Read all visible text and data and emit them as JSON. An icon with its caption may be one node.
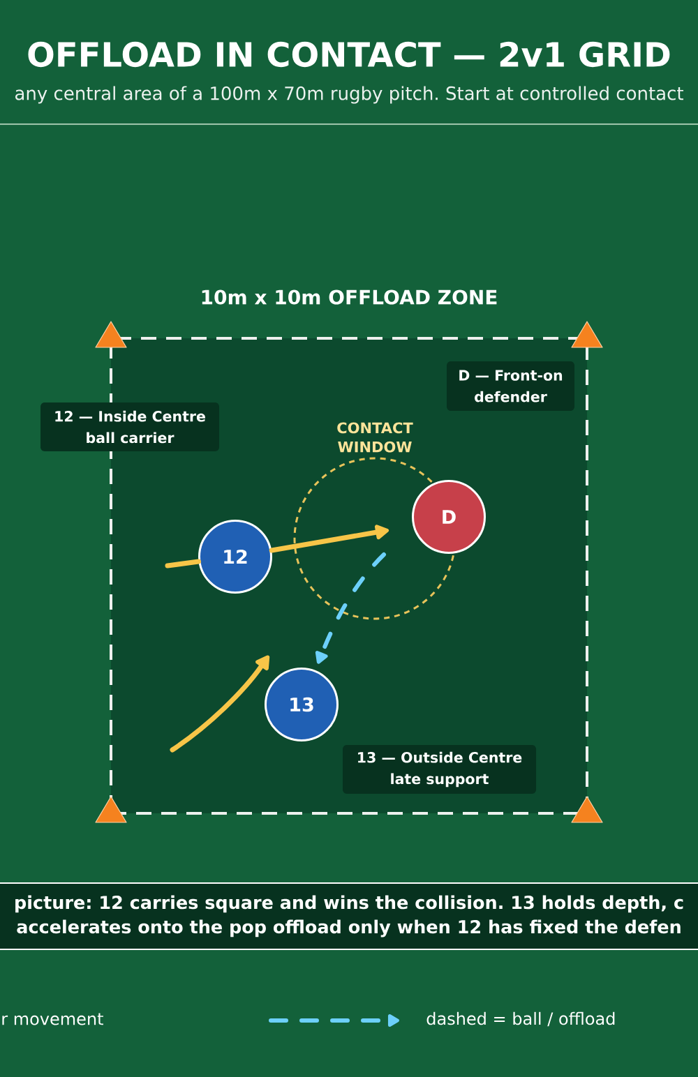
{
  "diagram": {
    "title": "OFFLOAD IN CONTACT — 2v1 GRID",
    "nodes": [
      {
        "text": [
          "10m x 10m OFFLOAD ZONE"
        ]
      },
      {
        "text": [
          "D — Front-on defender"
        ],
        "in": 0
      },
      {
        "text": [
          "12 — Inside Centre ball carrier"
        ]
      },
      {
        "text": [
          "CONTACT WINDOW"
        ],
        "in": 0
      },
      {
        "text": [
          "D"
        ],
        "in": 0
      },
      {
        "text": [
          "12"
        ],
        "in": 0
      },
      {
        "text": [
          "13"
        ],
        "in": 0
      },
      {
        "text": [
          "13 — Outside Centre late support"
        ],
        "in": 0
      },
      {
        "text": [
          "picture: 12 carries square and wins the collision. 13 holds depth, c accelerates onto the pop offload only when 12 has fixed the defen"
        ]
      }
    ],
    "edges": [
      {
        "from": null,
        "to": 5,
        "arrow": "none"
      },
      {
        "from": 5,
        "to": 3,
        "arrow": "to"
      },
      {
        "from": 3,
        "to": 6,
        "arrow": "to",
        "style": "dashed",
        "color": "#6dd0fb"
      }
    ],
    "labels": [
      "any central area of a 100m x 70m rugby pitch. Start at controlled contact"
    ],
    "legend": [
      {
        "text": "r movement"
      },
      {
        "text": "dashed = ball / offload"
      }
    ]
  }
}
